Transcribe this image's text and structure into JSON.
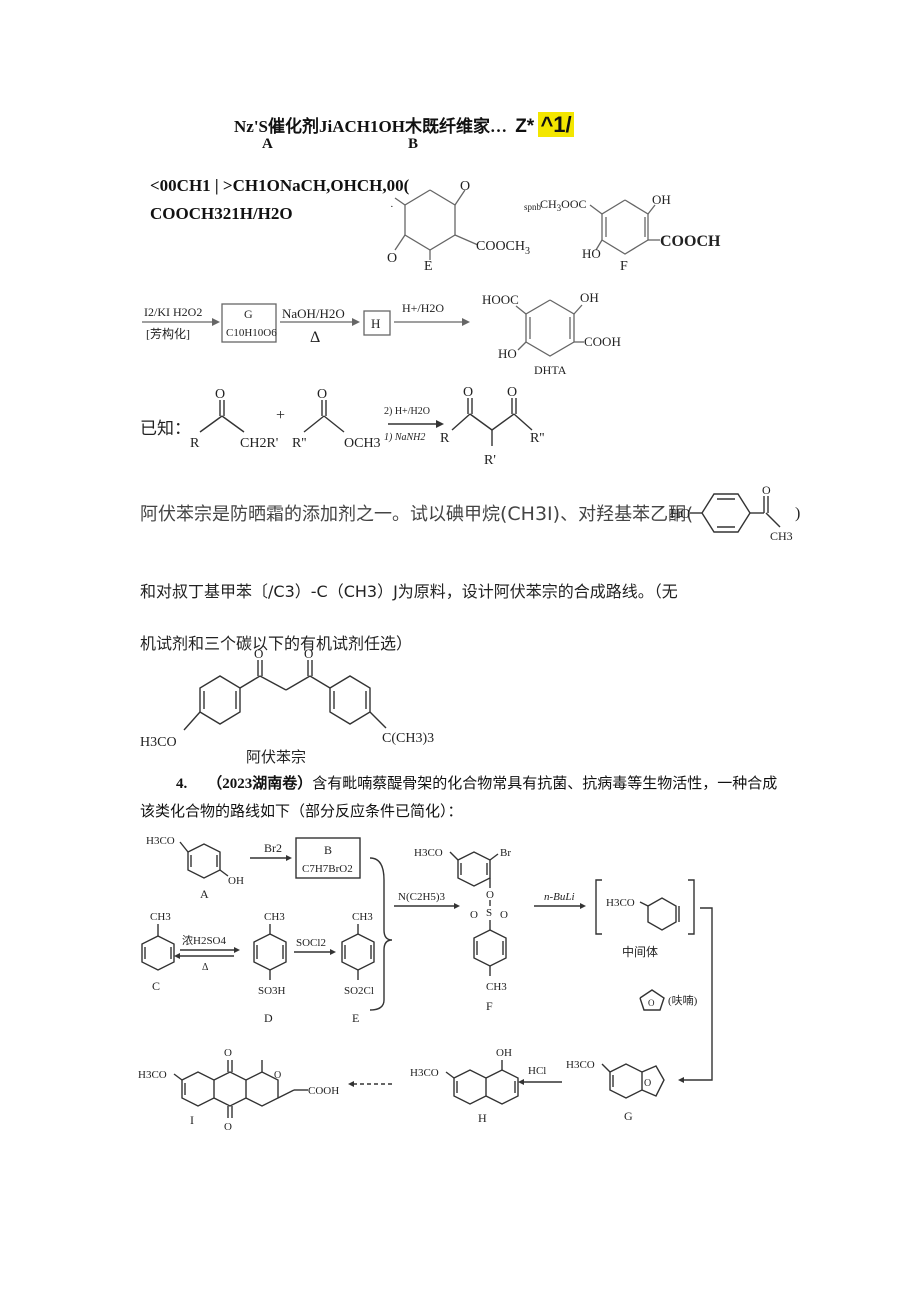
{
  "top": {
    "line1": "Nz'S催化剂JiACH1OH木既纤维家…",
    "line1_tail": "Z*",
    "line1_hl": "^1/",
    "label_a": "A",
    "label_b": "B",
    "line2": "<00CH1 | >CH1ONaCH,OHCH,00(",
    "line3": "COOCH321H/H2O"
  },
  "scheme1": {
    "e_sub": "COOCH",
    "e_sub2": "3",
    "e_label": "E",
    "f_left": "CH",
    "f_left_sub": "3",
    "f_left_tail": "OOC",
    "f_ho": "HO",
    "f_oh": "OH",
    "f_cooch": "COOCH",
    "f_label": "F",
    "mid_arrow": "spnb",
    "reagent1": "I2/KI H2O2",
    "reagent1_note": "[芳构化]",
    "box_g_top": "G",
    "box_g_bottom": "C10H10O6",
    "reagent2": "NaOH/H2O",
    "reagent2_delta": "Δ",
    "box_h": "H",
    "reagent3": "H+/H2O",
    "dhta_hooc": "HOOC",
    "dhta_oh": "OH",
    "dhta_ho": "HO",
    "dhta_cooh": "COOH",
    "dhta_label": "DHTA"
  },
  "known": {
    "prefix": "已知：",
    "r": "R",
    "ch2r": "CH2R'",
    "plus": "+",
    "r2": "R''",
    "och3": "OCH3",
    "cond_top": "2) H+/H2O",
    "cond_bottom": "1) NaNH2",
    "prod_r": "R",
    "prod_r2": "R''",
    "prod_rp": "R'"
  },
  "question": {
    "line1": "阿伏苯宗是防晒霜的添加剂之一。试以碘甲烷",
    "line1_ch3i": "(CH3I)",
    "line1_mid": "、对羟基苯乙酮(",
    "line1_ho": "HO",
    "line1_end": ")",
    "line1_ch3": "CH3",
    "line2": "和对叔丁基甲苯〔/C3）-C（CH3）J为原料，设计阿伏苯宗的合成路线。（无",
    "line3": "机试剂和三个碳以下的有机试剂任选）",
    "avobenzone_h3co": "H3CO",
    "avobenzone_tbu": "C(CH3)3",
    "avobenzone_label": "阿伏苯宗"
  },
  "q4": {
    "number": "4.",
    "source": "（2023湖南卷）",
    "line1": "含有毗喃蔡醍骨架的化合物常具有抗菌、抗病毒等生物活性，一种合成",
    "line2": "该类化合物的路线如下（部分反应条件已简化）："
  },
  "scheme2": {
    "a_h3co": "H3CO",
    "a_oh": "OH",
    "a_label": "A",
    "br2": "Br2",
    "b_label": "B",
    "b_formula": "C7H7BrO2",
    "c_ch3": "CH3",
    "c_label": "C",
    "conc_h2so4": "浓H2SO4",
    "delta": "Δ",
    "d_ch3": "CH3",
    "d_so3h": "SO3H",
    "d_label": "D",
    "socl2": "SOCl2",
    "e_ch3": "CH3",
    "e_so2cl": "SO2Cl",
    "e_label": "E",
    "net3": "N(C2H5)3",
    "f_h3co": "H3CO",
    "f_br": "Br",
    "f_o": "O",
    "f_s": "S",
    "f_o2": "O",
    "f_o3": "O",
    "f_ch3": "CH3",
    "f_label": "F",
    "nbuli": "n-BuLi",
    "int_h3co": "H3CO",
    "int_label": "中间体",
    "furan": "(呋喃)",
    "g_h3co": "H3CO",
    "g_o": "O",
    "g_label": "G",
    "hcl": "HCl",
    "h_h3co": "H3CO",
    "h_oh": "OH",
    "h_label": "H",
    "i_h3co": "H3CO",
    "i_o1": "O",
    "i_o2": "O",
    "i_o3": "O",
    "i_cooh": "COOH",
    "i_label": "I"
  }
}
